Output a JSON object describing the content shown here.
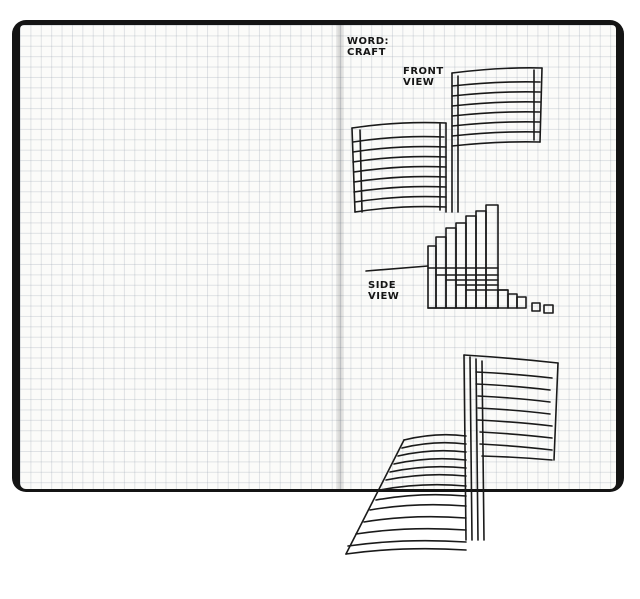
{
  "notes": {
    "word_label": "WORD:\nCRAFT",
    "front_label": "FRONT\nVIEW",
    "side_label": "SIDE\nVIEW"
  },
  "colors": {
    "notebook_cover": "#141414",
    "paper": "#fbfbf9",
    "ink": "#1a1a1a"
  }
}
